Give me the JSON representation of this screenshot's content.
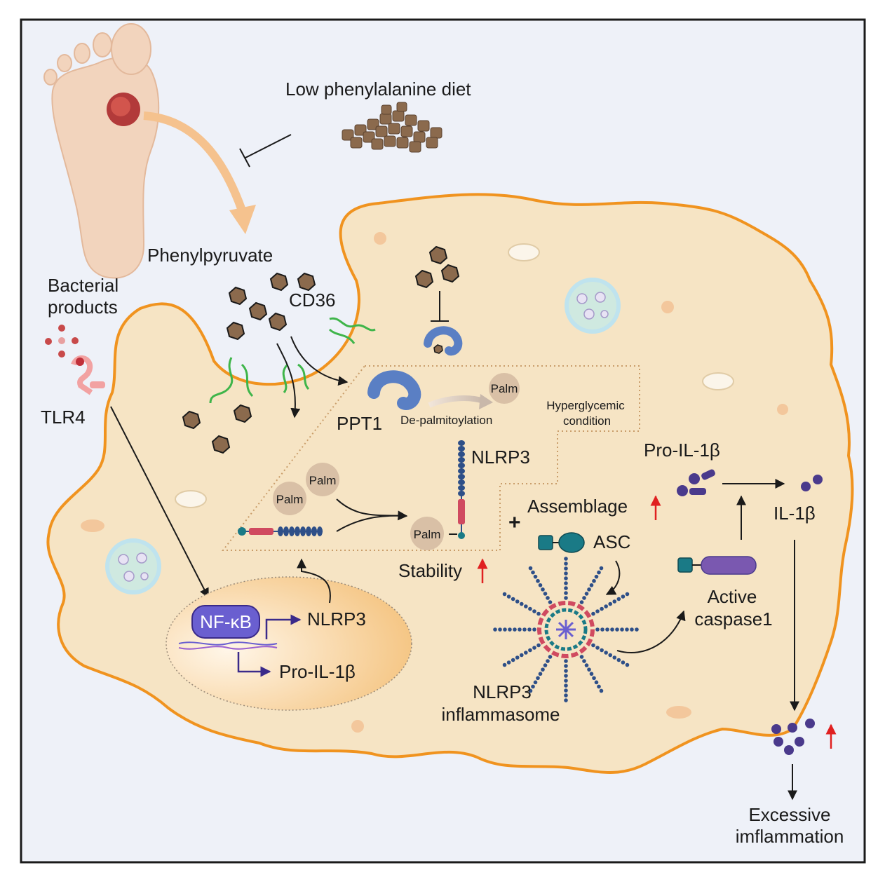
{
  "labels": {
    "diet": "Low phenylalanine diet",
    "phenylpyruvate": "Phenylpyruvate",
    "bacterial_1": "Bacterial",
    "bacterial_2": "products",
    "cd36": "CD36",
    "tlr4": "TLR4",
    "ppt1": "PPT1",
    "depalm": "De-palmitoylation",
    "palm": "Palm",
    "hyper_1": "Hyperglycemic",
    "hyper_2": "condition",
    "nlrp3": "NLRP3",
    "pro_il1b": "Pro-IL-1β",
    "il1b": "IL-1β",
    "assemblage": "Assemblage",
    "plus": "+",
    "asc": "ASC",
    "stability": "Stability",
    "active_1": "Active",
    "active_2": "caspase1",
    "nfkb": "NF-κB",
    "inflammasome_1": "NLRP3",
    "inflammasome_2": "inflammasome",
    "excessive_1": "Excessive",
    "excessive_2": "imflammation"
  },
  "colors": {
    "background": "#eef1f8",
    "cell_fill": "#f6e4c4",
    "cell_stroke": "#f0931f",
    "nucleus": "#f5c98a",
    "particle": "#8b6a4d",
    "cd36": "#3fb54a",
    "protein_blue": "#2e4f88",
    "protein_red": "#d04a60",
    "il1b": "#4a3a8c",
    "asc": "#1a7a86",
    "ppt1": "#5a7fc4",
    "nfkb": "#6a5fd0",
    "red_arrow": "#e02020"
  }
}
